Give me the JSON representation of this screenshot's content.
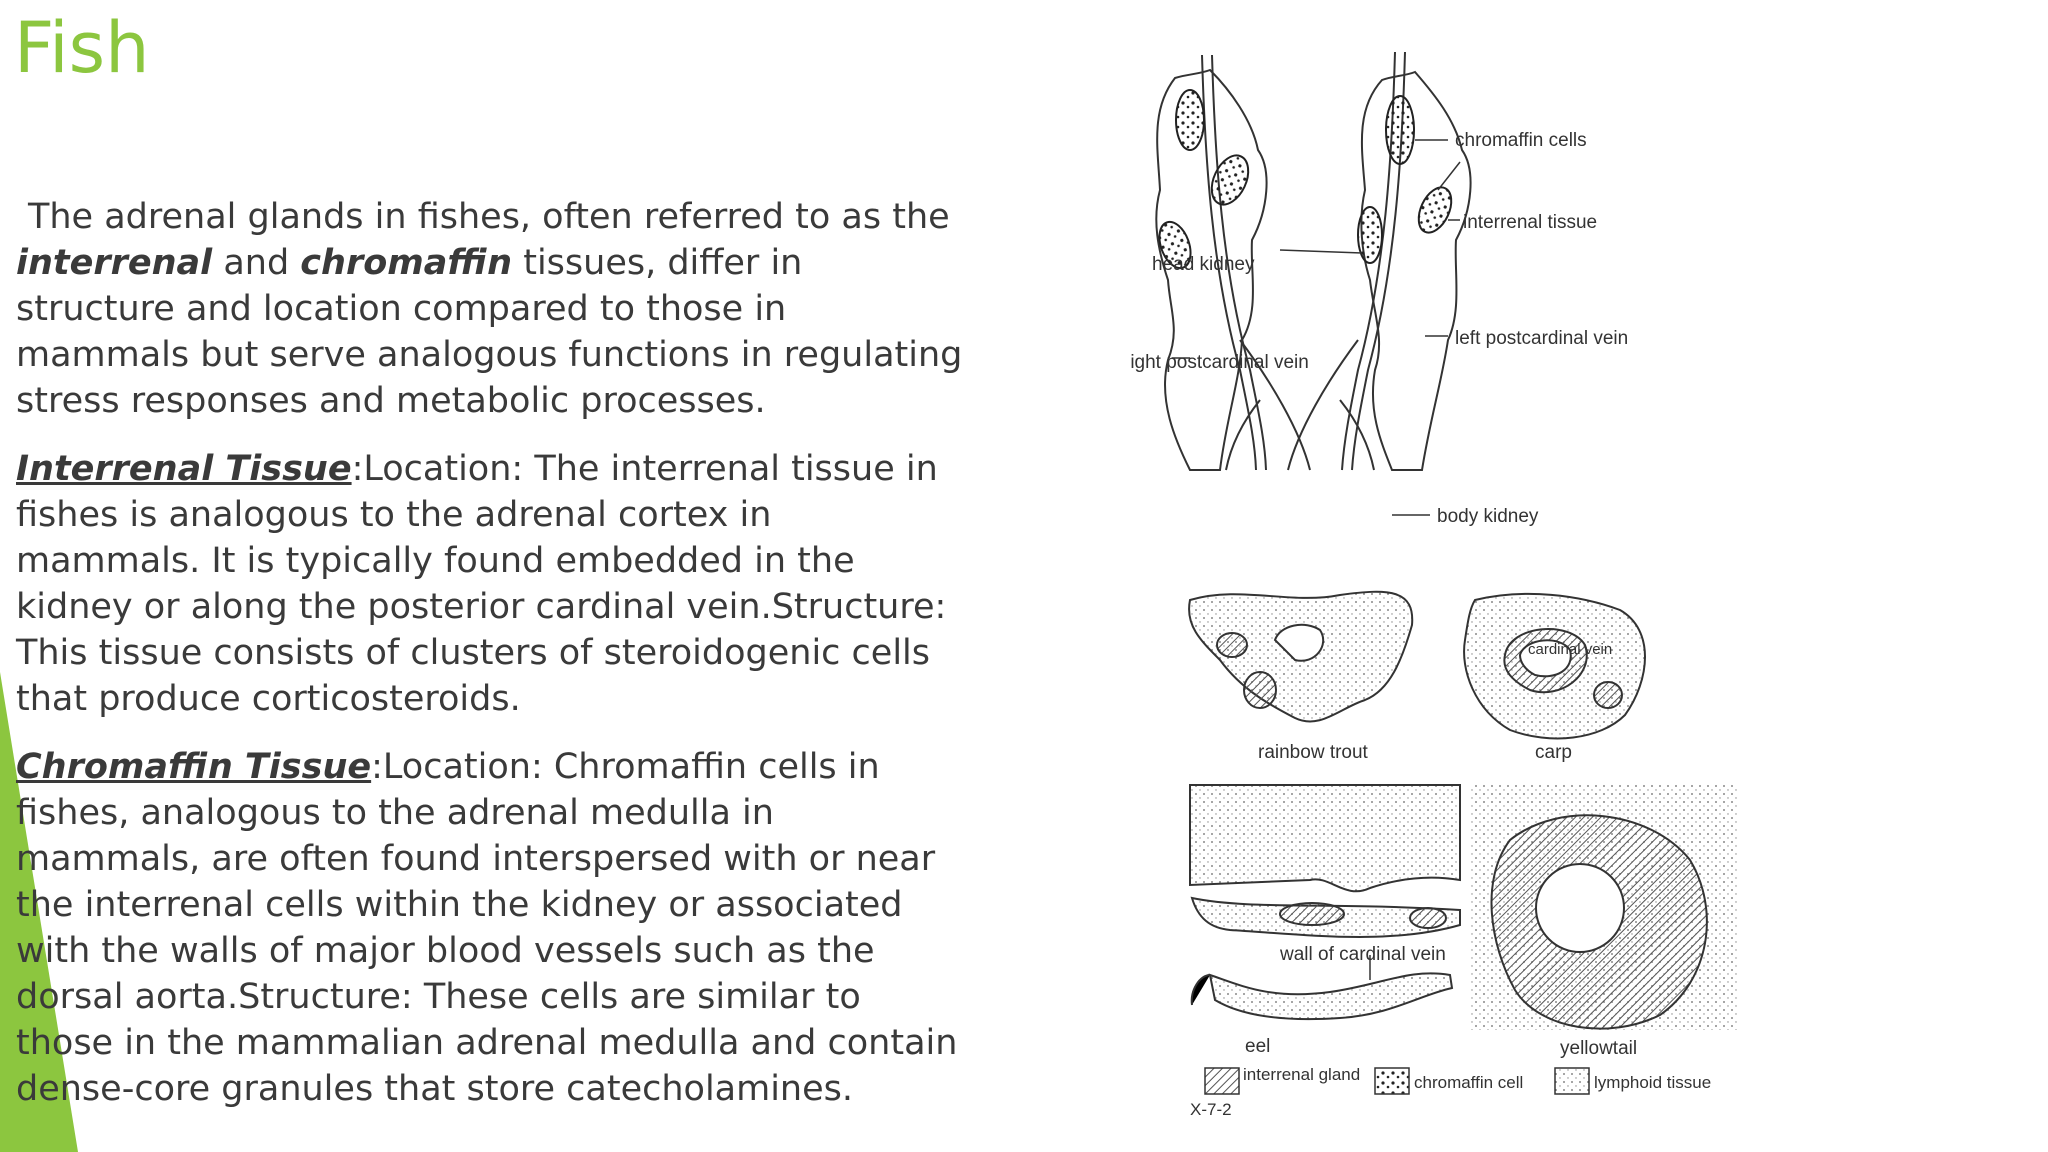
{
  "slide": {
    "title": "Fish",
    "accent_color": "#8cc63f"
  },
  "intro": {
    "text_1": " The adrenal glands in fishes, often referred to as the ",
    "term_1": "interrenal",
    "text_2": " and ",
    "term_2": "chromaffin",
    "text_3": " tissues, differ in structure and location compared to those in mammals but serve analogous functions in regulating stress responses and metabolic processes."
  },
  "interrenal": {
    "heading": "Interrenal Tissue",
    "text": ":Location: The interrenal tissue in fishes is analogous to the adrenal cortex in mammals. It is typically found embedded in the kidney or along the posterior cardinal vein.Structure: This tissue consists of clusters of steroidogenic cells that produce corticosteroids."
  },
  "chromaffin": {
    "heading": "Chromaffin Tissue",
    "text": ":Location: Chromaffin cells in fishes, analogous to the adrenal medulla in mammals, are often found interspersed with or near the interrenal cells within the kidney or associated with the walls of major blood vessels such as the dorsal aorta.Structure: These cells are similar to those in the mammalian adrenal medulla and contain dense-core granules that store catecholamines."
  },
  "figure": {
    "labels": {
      "chromaffin_cells": "chromaffin cells",
      "interrenal_tissue": "interrenal tissue",
      "head_kidney": "head kidney",
      "left_postcardinal_vein": "left postcardinal vein",
      "right_postcardinal_vein": "right postcardinal vein",
      "body_kidney": "body kidney",
      "cardinal_vein": "cardinal vein",
      "rainbow_trout": "rainbow trout",
      "carp": "carp",
      "wall_of_cardinal_vein": "wall of cardinal vein",
      "eel": "eel",
      "yellowtail": "yellowtail"
    },
    "legend": {
      "interrenal_gland": "interrenal gland",
      "chromaffin_cell": "chromaffin cell",
      "lymphoid_tissue": "lymphoid tissue"
    },
    "code": "X-7-2"
  }
}
